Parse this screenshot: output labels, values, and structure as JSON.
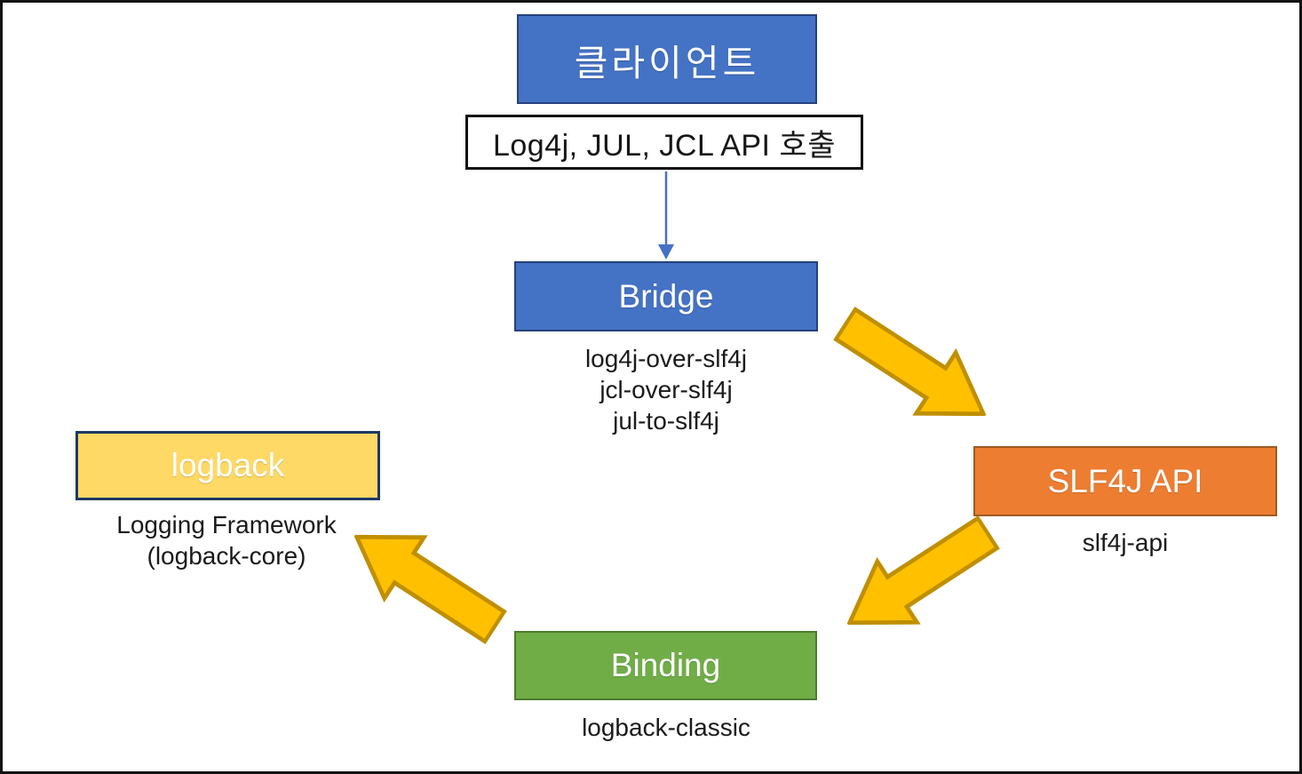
{
  "colors": {
    "frame_border": "#111111",
    "blue_fill": "#4472C4",
    "blue_border": "#24427C",
    "white_fill": "#FFFFFF",
    "black_border": "#111111",
    "orange_fill": "#ED7D31",
    "orange_border": "#9E5A21",
    "green_fill": "#70AD47",
    "green_border": "#4E7A2F",
    "yellow_fill": "#FFD966",
    "navy_border": "#1F3864",
    "arrow_fill": "#FFC000",
    "arrow_border": "#BF8F00",
    "connector": "#4472C4"
  },
  "nodes": {
    "client": {
      "label": "클라이언트"
    },
    "api_call": {
      "label": "Log4j, JUL, JCL API 호출"
    },
    "bridge": {
      "label": "Bridge",
      "sublabels": [
        "log4j-over-slf4j",
        "jcl-over-slf4j",
        "jul-to-slf4j"
      ]
    },
    "slf4j_api": {
      "label": "SLF4J API",
      "sublabel": "slf4j-api"
    },
    "binding": {
      "label": "Binding",
      "sublabel": "logback-classic"
    },
    "logback": {
      "label": "logback",
      "sublabels": [
        "Logging Framework",
        "(logback-core)"
      ]
    }
  }
}
